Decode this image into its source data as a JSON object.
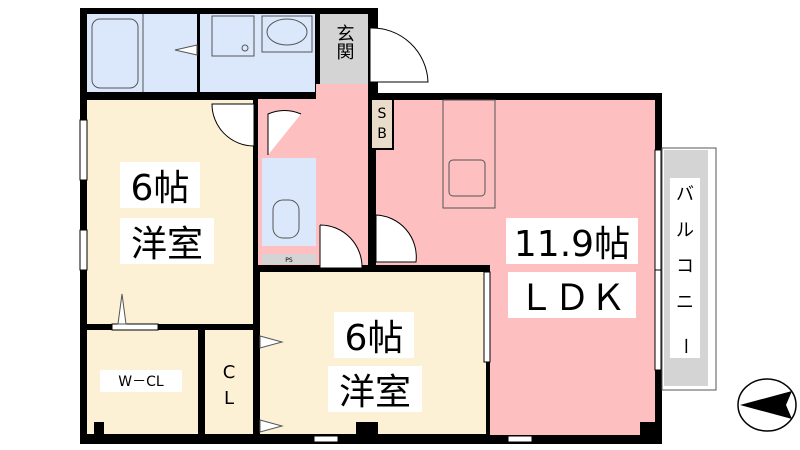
{
  "plan": {
    "entrance": "玄関",
    "shoebox": [
      "S",
      "B"
    ],
    "room_west": {
      "size": "6帖",
      "type": "洋室"
    },
    "walk_in_closet": "W－CL",
    "closet": [
      "C",
      "L"
    ],
    "room_south": {
      "size": "6帖",
      "type": "洋室"
    },
    "ldk": {
      "size": "11.9帖",
      "type": "ＬＤＫ"
    },
    "balcony": [
      "バ",
      "ル",
      "コ",
      "ニ",
      "ー"
    ],
    "pipe_space": "PS"
  },
  "colors": {
    "wet_area": "#dbe8fb",
    "living": "#fdbfbf",
    "bedroom": "#fdf1d5",
    "storage": "#d4d4d4",
    "wall": "#000000"
  }
}
